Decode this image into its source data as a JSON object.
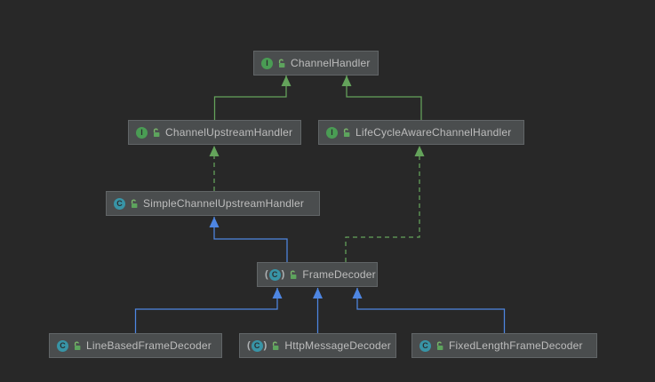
{
  "diagram": {
    "type": "uml-class-hierarchy",
    "nodes": [
      {
        "id": "channel-handler",
        "label": "ChannelHandler",
        "kind": "interface",
        "visibility": "public"
      },
      {
        "id": "channel-upstream-handler",
        "label": "ChannelUpstreamHandler",
        "kind": "interface",
        "visibility": "public"
      },
      {
        "id": "lifecycle-aware-channel-handler",
        "label": "LifeCycleAwareChannelHandler",
        "kind": "interface",
        "visibility": "public"
      },
      {
        "id": "simple-channel-upstream-handler",
        "label": "SimpleChannelUpstreamHandler",
        "kind": "class",
        "visibility": "public"
      },
      {
        "id": "frame-decoder",
        "label": "FrameDecoder",
        "kind": "abstract-class",
        "visibility": "public"
      },
      {
        "id": "line-based-frame-decoder",
        "label": "LineBasedFrameDecoder",
        "kind": "class",
        "visibility": "public"
      },
      {
        "id": "http-message-decoder",
        "label": "HttpMessageDecoder",
        "kind": "abstract-class",
        "visibility": "public"
      },
      {
        "id": "fixed-length-frame-decoder",
        "label": "FixedLengthFrameDecoder",
        "kind": "class",
        "visibility": "public"
      }
    ],
    "edges": [
      {
        "from": "ChannelUpstreamHandler",
        "to": "ChannelHandler",
        "relation": "extends",
        "line": "solid-green"
      },
      {
        "from": "LifeCycleAwareChannelHandler",
        "to": "ChannelHandler",
        "relation": "extends",
        "line": "solid-green"
      },
      {
        "from": "SimpleChannelUpstreamHandler",
        "to": "ChannelUpstreamHandler",
        "relation": "implements",
        "line": "dashed-green"
      },
      {
        "from": "FrameDecoder",
        "to": "SimpleChannelUpstreamHandler",
        "relation": "extends",
        "line": "solid-blue"
      },
      {
        "from": "FrameDecoder",
        "to": "LifeCycleAwareChannelHandler",
        "relation": "implements",
        "line": "dashed-green"
      },
      {
        "from": "LineBasedFrameDecoder",
        "to": "FrameDecoder",
        "relation": "extends",
        "line": "solid-blue"
      },
      {
        "from": "HttpMessageDecoder",
        "to": "FrameDecoder",
        "relation": "extends",
        "line": "solid-blue"
      },
      {
        "from": "FixedLengthFrameDecoder",
        "to": "FrameDecoder",
        "relation": "extends",
        "line": "solid-blue"
      }
    ],
    "icon_glyphs": {
      "interface_letter": "I",
      "class_letter": "C",
      "abstract_open_paren": "(",
      "abstract_close_paren": ")",
      "visibility_icon": "open-padlock"
    }
  },
  "colors": {
    "bg": "#282828",
    "node_fill": "#4a4d4e",
    "node_border": "#616567",
    "node_text": "#bdbdbd",
    "edge_green": "#64a35b",
    "edge_blue": "#4e86e2",
    "icon_interface": "#4a9c54",
    "icon_class": "#3894a6",
    "icon_letter": "#2b2f31",
    "paren": "#b0b3b5",
    "lock": "#5da45d",
    "lock_shackle": "#79b56a"
  }
}
